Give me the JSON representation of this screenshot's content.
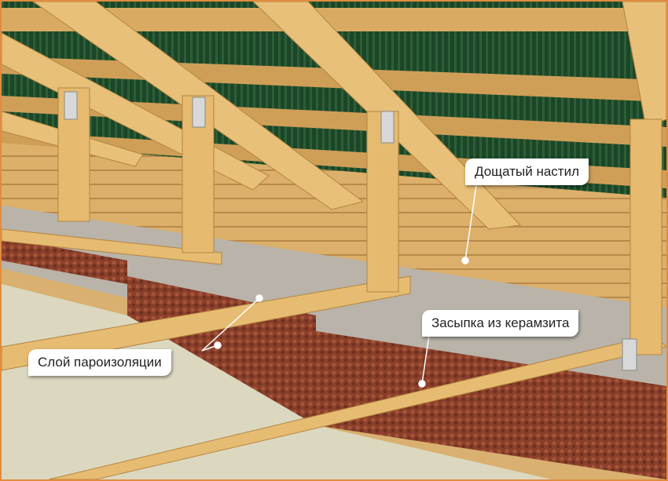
{
  "labels": {
    "plank_floor": "Дощатый настил",
    "expanded_clay_fill": "Засыпка из керамзита",
    "vapor_barrier": "Слой пароизоляции"
  },
  "colors": {
    "border": "#e08c3e",
    "roof": "#1f4a2a",
    "wood": "#e2b86f",
    "clay": "#8a3f2a",
    "gravel": "#b8b2a8"
  }
}
